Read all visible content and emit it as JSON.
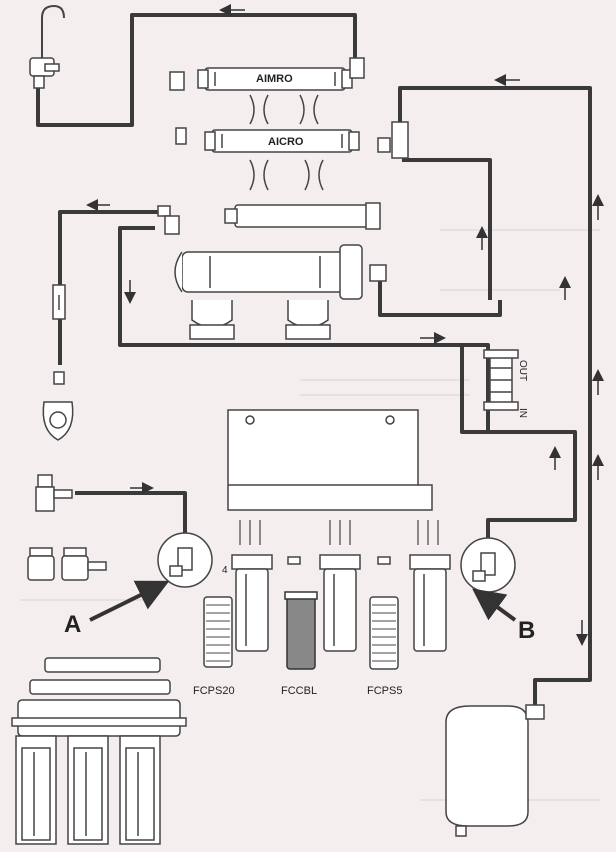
{
  "labels": {
    "aimro": "AIMRO",
    "aicro": "AICRO",
    "fcps20": "FCPS20",
    "fccbl": "FCCBL",
    "fcps5": "FCPS5",
    "marker_a": "A",
    "marker_b": "B",
    "flow_out": "OUT",
    "flow_in": "IN",
    "stage_number": "4"
  },
  "colors": {
    "tube": "#3a3a3a",
    "outline": "#444444",
    "fill": "#ffffff",
    "background": "#f4eeef"
  }
}
